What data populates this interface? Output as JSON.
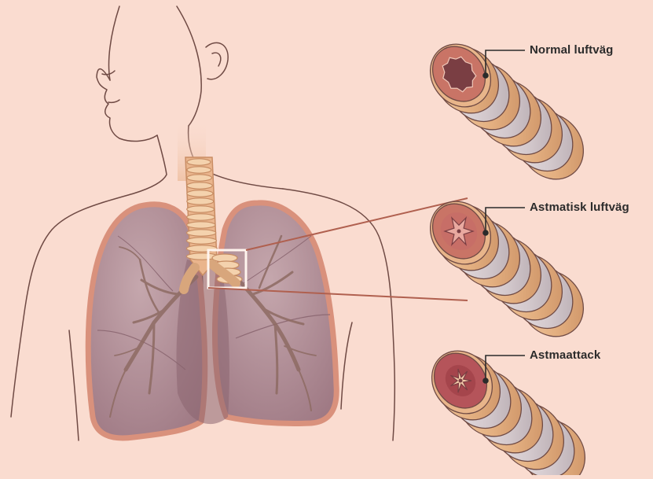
{
  "labels": {
    "normal": "Normal luftväg",
    "asthmatic": "Astmatisk luftväg",
    "attack": "Astmaattack"
  },
  "colors": {
    "background": "#fadcd0",
    "outline": "#6f4a44",
    "lung_fill": "#b48f97",
    "lung_border": "#d9917c",
    "airway_outer": "#e9b98d",
    "airway_ring": "#d6cdd0",
    "mucosa_normal": "#c97466",
    "mucosa_inflamed": "#b5545a",
    "lumen": "#7a3e43",
    "pointer": "#b0604f"
  }
}
